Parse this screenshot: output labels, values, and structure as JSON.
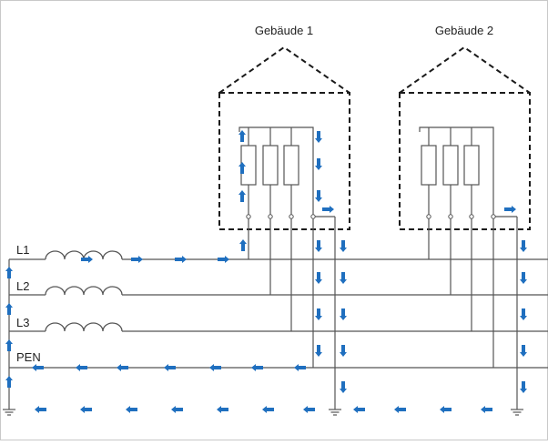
{
  "buildings": [
    {
      "label": "Gebäude 1"
    },
    {
      "label": "Gebäude 2"
    }
  ],
  "conductors": [
    {
      "label": "L1"
    },
    {
      "label": "L2"
    },
    {
      "label": "L3"
    },
    {
      "label": "PEN"
    }
  ],
  "colors": {
    "line": "#555555",
    "dashed_outline": "#1a1a1a",
    "current_arrow": "#1f6fbf"
  },
  "icons": {
    "inductor": "coil-inductor-icon",
    "ground": "ground-symbol-icon",
    "load": "resistor-load-icon",
    "current": "current-flow-arrow-icon"
  }
}
